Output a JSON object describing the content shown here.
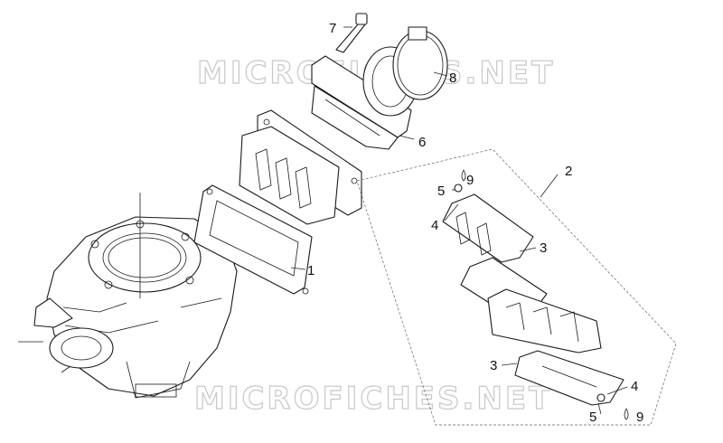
{
  "watermark": "MICROFICHES.NET",
  "callouts": {
    "c1": "1",
    "c2": "2",
    "c3a": "3",
    "c3b": "3",
    "c4a": "4",
    "c4b": "4",
    "c5a": "5",
    "c5b": "5",
    "c6": "6",
    "c7": "7",
    "c8": "8",
    "c9a": "9",
    "c9b": "9"
  }
}
